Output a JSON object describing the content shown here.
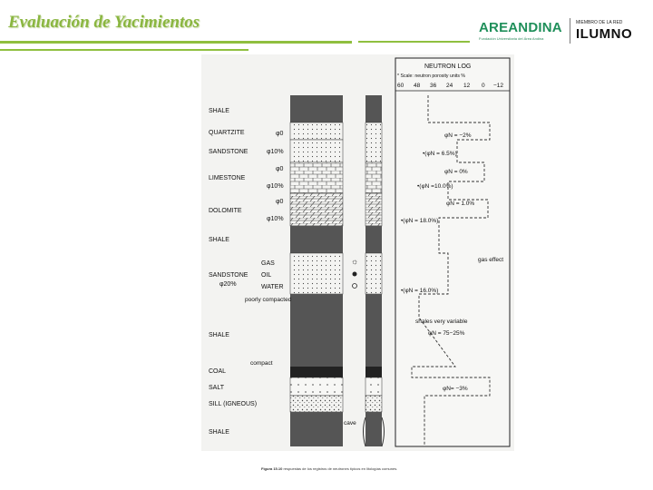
{
  "header": {
    "title": "Evaluación de Yacimientos",
    "accent_color": "#8fbf3f"
  },
  "logo": {
    "brand": "AREANDINA",
    "brand_subtitle": "Fundación Universitaria del Área Andina",
    "member_text": "MIEMBRO DE LA RED",
    "network": "ILUMNO"
  },
  "figure": {
    "log_title": "NEUTRON LOG",
    "scale_note": "* Scale: neutron porosity  units %",
    "scale_ticks": [
      "60",
      "48",
      "36",
      "24",
      "12",
      "0",
      "−12"
    ],
    "lithology_labels": [
      "SHALE",
      "QUARTZITE",
      "SANDSTONE",
      "LIMESTONE",
      "DOLOMITE",
      "SHALE",
      "SANDSTONE",
      "φ20%",
      "SHALE",
      "COAL",
      "SALT",
      "SILL (IGNEOUS)",
      "SHALE"
    ],
    "porosity_labels": [
      "φ0",
      "φ10%",
      "φ0",
      "φ10%",
      "φ0",
      "φ10%"
    ],
    "fluid_labels": [
      "GAS",
      "OIL",
      "WATER"
    ],
    "notes": [
      "poorly compacted",
      "compact",
      "cave",
      "gas effect",
      "shales very variable"
    ],
    "log_readings": [
      "φN = −2%",
      "•(φN = 6.5%)",
      "φN = 0%",
      "•(φN =10.0%)",
      "φN = 1.0%",
      "•(φN = 18.0%)",
      "•(φN = 16.0%)",
      "φN = 75−25%",
      "φN= −3%"
    ]
  },
  "caption": {
    "label": "Figura 15.10",
    "text": "respuestas de los registros de neutrones típicos en litologías comunes."
  }
}
